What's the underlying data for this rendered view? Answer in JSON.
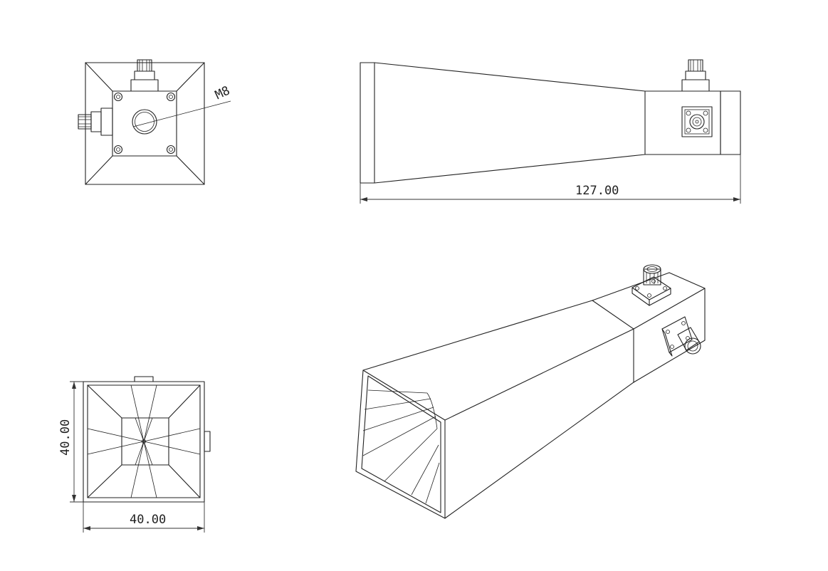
{
  "annotations": {
    "thread_label": "M8",
    "length_dim": "127.00",
    "height_dim": "40.00",
    "width_dim": "40.00"
  },
  "colors": {
    "line": "#222222",
    "background": "#ffffff"
  }
}
